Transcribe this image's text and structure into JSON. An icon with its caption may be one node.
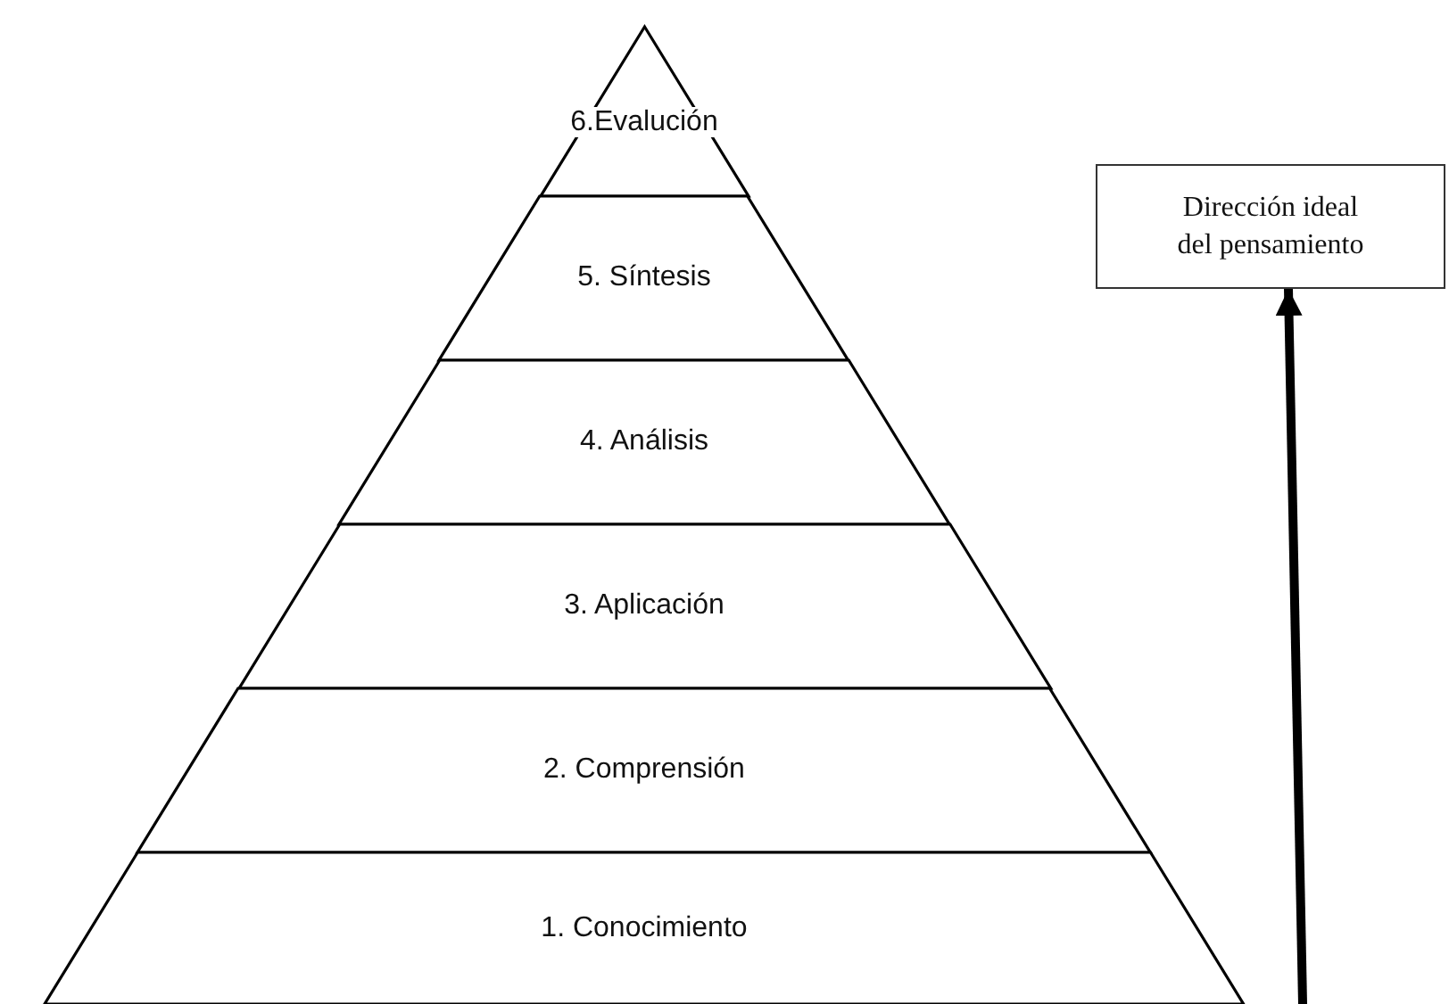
{
  "diagram": {
    "nodes": [
      {
        "text": [
          "6.Evalución"
        ]
      },
      {
        "text": [
          "5. Síntesis"
        ]
      },
      {
        "text": [
          "4. Análisis"
        ]
      },
      {
        "text": [
          "3. Aplicación"
        ]
      },
      {
        "text": [
          "2. Comprensión"
        ]
      },
      {
        "text": [
          "1. Conocimiento"
        ]
      },
      {
        "text": [
          "Dirección ideal del pensamiento"
        ]
      }
    ],
    "edges": [
      {
        "from": null,
        "to": 6,
        "arrow": "to"
      }
    ]
  }
}
